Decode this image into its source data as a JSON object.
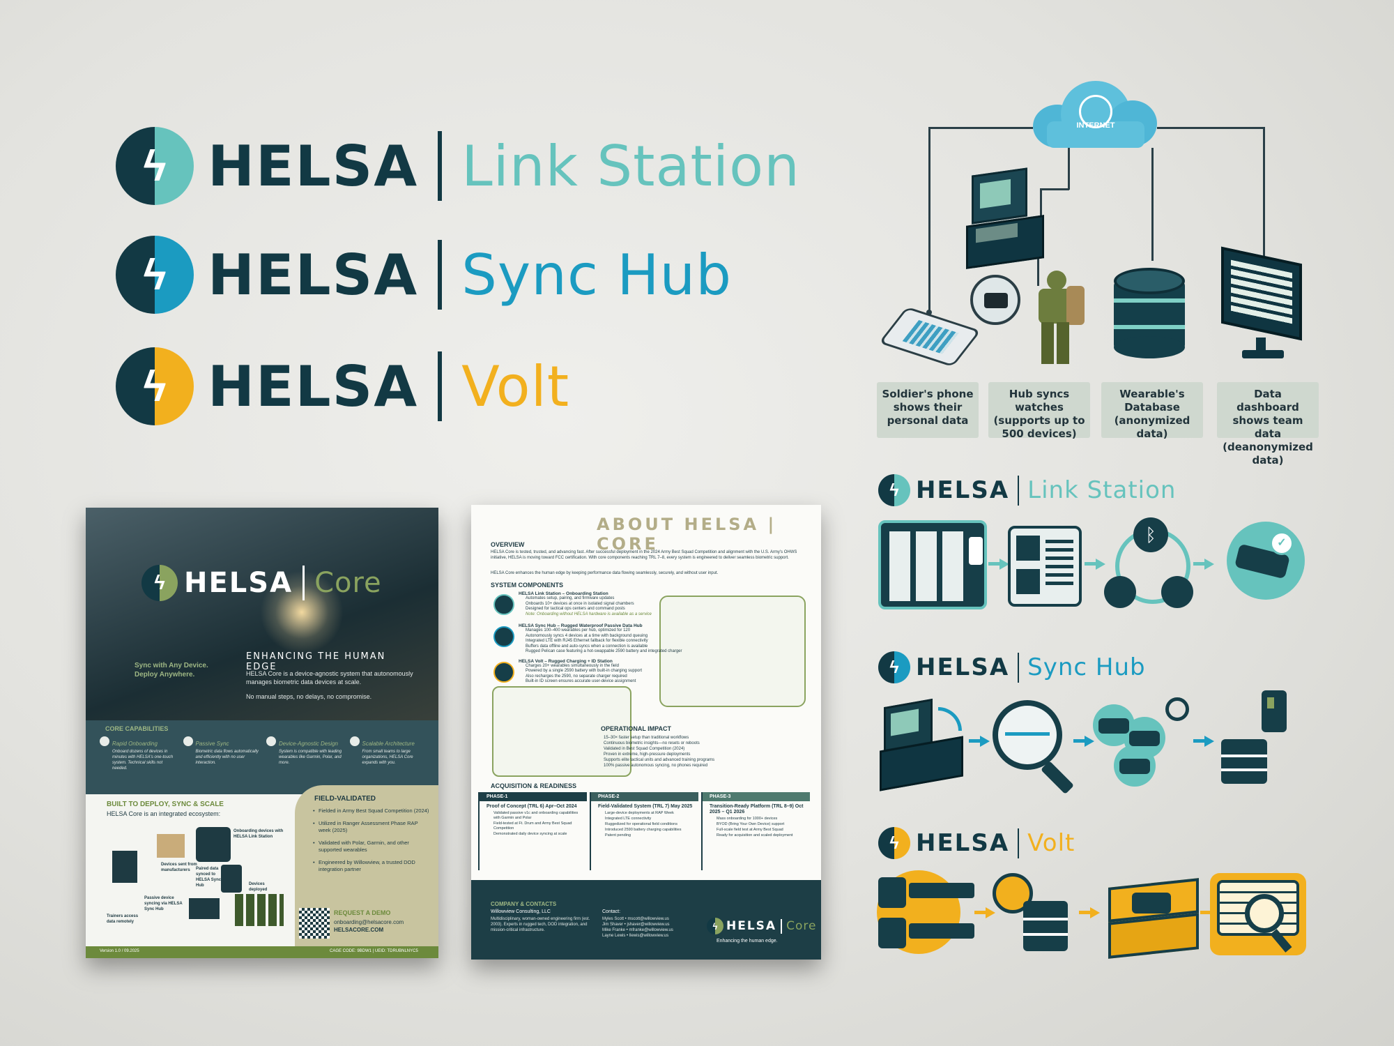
{
  "brand": {
    "name": "HELSA",
    "products": [
      "Link Station",
      "Sync Hub",
      "Volt"
    ],
    "colors": {
      "navy": "#123944",
      "teal": "#66c3bd",
      "blue": "#1b9bc1",
      "yellow": "#f2b01e",
      "olive": "#8aa35f"
    }
  },
  "diagram": {
    "cloud_label": "INTERNET",
    "labels": [
      "Soldier's phone shows their personal data",
      "Hub syncs watches (supports up to 500 devices)",
      "Wearable's Database (anonymized data)",
      "Data dashboard shows team data (deanonymized data)"
    ]
  },
  "flyer_front": {
    "product": "Core",
    "tagline_small": "Sync with Any Device. Deploy Anywhere.",
    "headline": "ENHANCING THE HUMAN EDGE",
    "intro": "HELSA Core is a device-agnostic system that autonomously manages biometric data devices at scale.",
    "intro2": "No manual steps, no delays, no compromise.",
    "capabilities_title": "CORE CAPABILITIES",
    "capabilities": [
      {
        "title": "Rapid Onboarding",
        "text": "Onboard dozens of devices in minutes with HELSA's one-touch system. Technical skills not needed."
      },
      {
        "title": "Passive Sync",
        "text": "Biometric data flows automatically and efficiently with no user interaction."
      },
      {
        "title": "Device-Agnostic Design",
        "text": "System is compatible with leading wearables like Garmin, Polar, and more."
      },
      {
        "title": "Scalable Architecture",
        "text": "From small teams to large organizations, HELSA Core expands with you."
      }
    ],
    "built_title": "BUILT TO DEPLOY, SYNC & SCALE",
    "built_sub": "HELSA Core is an integrated ecosystem:",
    "eco_labels": [
      "Onboarding devices with HELSA Link Station",
      "Devices sent from manufacturers",
      "Paired data synced to HELSA Sync Hub",
      "Devices deployed",
      "Passive device syncing via HELSA Sync Hub",
      "Trainers access data remotely"
    ],
    "field_title": "FIELD-VALIDATED",
    "field_items": [
      "Fielded in Army Best Squad Competition (2024)",
      "Utilized in Ranger Assessment Phase RAP week (2025)",
      "Validated with Polar, Garmin, and other supported wearables",
      "Engineered by Willowview, a trusted DOD integration partner"
    ],
    "demo_title": "REQUEST A DEMO",
    "demo_email": "onboarding@helsacore.com",
    "demo_site": "HELSACORE.COM",
    "version": "Version 1.0 / 09.2025",
    "cage": "CAGE CODE: 9BDW1 | UEID: TDRUBNLNYC5"
  },
  "flyer_back": {
    "title": "ABOUT HELSA | CORE",
    "overview_title": "OVERVIEW",
    "overview_1": "HELSA Core is tested, trusted, and advancing fast. After successful deployment in the 2024 Army Best Squad Competition and alignment with the U.S. Army's OHWS initiative, HELSA is moving toward FCC certification. With core components reaching TRL 7–8, every system is engineered to deliver seamless biometric support.",
    "overview_2": "HELSA Core enhances the human edge by keeping performance data flowing seamlessly, securely, and without user input.",
    "components_title": "SYSTEM COMPONENTS",
    "components": [
      {
        "title": "HELSA Link Station – Onboarding Station",
        "items": [
          "Automates setup, pairing, and firmware updates",
          "Onboards 10+ devices at once in isolated signal chambers",
          "Designed for tactical ops centers and command posts"
        ],
        "note": "Note: Onboarding without HELSA hardware is available as a service"
      },
      {
        "title": "HELSA Sync Hub – Rugged Waterproof Passive Data Hub",
        "items": [
          "Manages 100–400 wearables per hub, optimized for 120",
          "Autonomously syncs 4 devices at a time with background queuing",
          "Integrated LTE with RJ45 Ethernet fallback for flexible connectivity",
          "Buffers data offline and auto-syncs when a connection is available",
          "Rugged Pelican case featuring a hot-swappable 2590 battery and integrated charger"
        ],
        "note": ""
      },
      {
        "title": "HELSA Volt – Rugged Charging + ID Station",
        "items": [
          "Charges 20+ wearables simultaneously in the field",
          "Powered by a single 2590 battery with built-in charging support",
          "Also recharges the 2590, no separate charger required",
          "Built-in ID screen ensures accurate user-device assignment"
        ],
        "note": ""
      }
    ],
    "impact_title": "OPERATIONAL IMPACT",
    "impact_items": [
      "15–30× faster setup than traditional workflows",
      "Continuous biometric insights—no resets or reboots",
      "Validated in Best Squad Competition (2024)",
      "Proven in extreme, high-pressure deployments",
      "Supports elite tactical units and advanced training programs",
      "100% passive autonomous syncing, no phones required"
    ],
    "acq_title": "ACQUISITION & READINESS",
    "phases": [
      {
        "label": "PHASE-1",
        "title": "Proof of Concept (TRL 6) Apr–Oct 2024",
        "items": [
          "Validated passive v1c and onboarding capabilities with Garmin and Polar",
          "Field-tested at Ft. Drum and Army Best Squad Competition",
          "Demonstrated daily device syncing at scale"
        ]
      },
      {
        "label": "PHASE-2",
        "title": "Field-Validated System (TRL 7) May 2025",
        "items": [
          "Large-device deployments at RAP Week",
          "Integrated LTE connectivity",
          "Ruggedized for operational field conditions",
          "Introduced 2590 battery charging capabilities",
          "Patent pending"
        ]
      },
      {
        "label": "PHASE-3",
        "title": "Transition-Ready Platform (TRL 8–9) Oct 2025 – Q1 2026",
        "items": [
          "Mass onboarding for 1000+ devices",
          "BYOD (Bring Your Own Device) support",
          "Full-scale field test at Army Best Squad",
          "Ready for acquisition and scaled deployment"
        ]
      }
    ],
    "company_title": "COMPANY & CONTACTS",
    "company_name": "Willowview Consulting, LLC",
    "company_desc": "Multidisciplinary, woman-owned engineering firm (est. 2003). Experts in rugged tech, DOD integration, and mission-critical infrastructure.",
    "contacts_title": "Contact:",
    "contacts": [
      "Myles Scott • mscott@willowview.us",
      "Jim Shaver • jshaver@willowview.us",
      "Mike Franke • mfranke@willowview.us",
      "Layne Lewis • llewis@willowview.us"
    ],
    "footer_tag": "Enhancing the human edge."
  }
}
